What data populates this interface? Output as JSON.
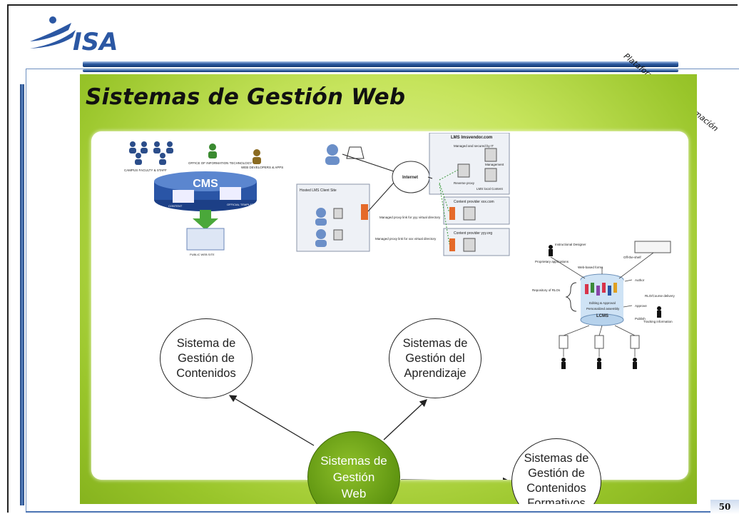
{
  "header": {
    "logo_text": "ISA",
    "side_caption": "Plataformas para la formación",
    "page_number": "50"
  },
  "slide": {
    "title": "Sistemas de Gestión Web",
    "center_node": "Sistemas de\nGestión\nWeb",
    "nodes": [
      "Sistema de\nGestión de\nContenidos",
      "Sistemas de\nGestión del\nAprendizaje",
      "Sistemas de\nGestión de\nContenidos\nFormativos"
    ]
  },
  "cms_diagram": {
    "label": "CMS",
    "office_label": "OFFICE OF INFORMATION TECHNOLOGY",
    "campus_label": "CAMPUS FACULTY & STAFF",
    "web_dev_label": "WEB DEVELOPERS & APPS",
    "content_label": "CONTENT",
    "templates_label": "OFFICIAL TEMPLATES",
    "site_label": "PUBLIC WEB SITE"
  },
  "lms_diagram": {
    "vendor_label": "LMS lmsvendor.com",
    "internet_label": "Internet",
    "client_label": "Hosted LMS Client Site",
    "managed_label": "Managed and secured by IT",
    "management_label": "Management",
    "reverse_proxy_label": "Reverse proxy",
    "local_content_label": "LMS local Content",
    "provider_xxx_label": "Content provider xxx.com",
    "provider_yyy_label": "Content provider yyy.org",
    "proxy_yyy_label": "Managed proxy link for yyy virtual directory",
    "proxy_xxx_label": "Managed proxy link for xxx virtual directory"
  },
  "lcms_diagram": {
    "designer_label": "Instructional Designer",
    "proprietary_label": "Proprietary applications",
    "web_forms_label": "Web-based forms",
    "shelf_label": "Off-the-shelf",
    "repository_label": "Repository of RLOs",
    "author_label": "Author",
    "editing_label": "Editing & Approval",
    "assembly_label": "Personalized assembly",
    "lcms_label": "LCMS",
    "approve_label": "Approve",
    "publish_label": "Publish",
    "rlo_label": "RLO/Course delivery",
    "tracking_label": "Tracking information"
  },
  "colors": {
    "accent_blue": "#2c5aa0",
    "slide_green": "#99c52a",
    "center_green": "#5e9410"
  }
}
